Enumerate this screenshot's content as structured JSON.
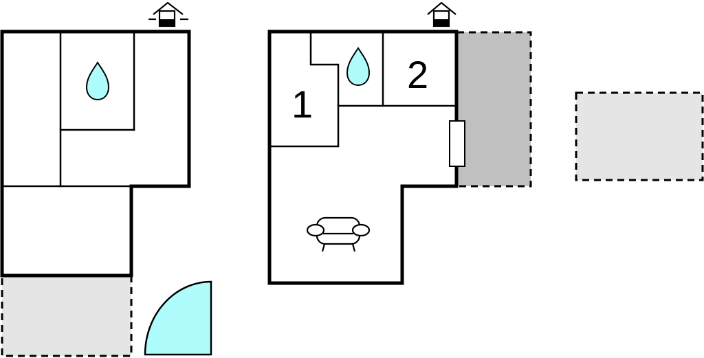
{
  "plan": {
    "type": "floor-plan",
    "background": "#ffffff",
    "colors": {
      "water": "#aefcfc",
      "terrace_light": "#e5e5e5",
      "terrace_dark": "#c0c0c0",
      "wall": "#000000"
    },
    "buildings": [
      {
        "id": "left-unit",
        "rooms": [
          "left-room",
          "bathroom",
          "hall",
          "bottom-room"
        ],
        "icons": [
          "entrance-icon",
          "water-drop-icon"
        ]
      },
      {
        "id": "right-unit",
        "rooms": [
          {
            "label": "1",
            "kind": "bedroom"
          },
          {
            "label": "2",
            "kind": "bedroom"
          },
          {
            "kind": "bathroom"
          },
          {
            "kind": "living-room"
          }
        ],
        "icons": [
          "entrance-icon",
          "water-drop-icon",
          "sofa-icon",
          "window-icon"
        ]
      }
    ],
    "rooms": {
      "bedroom_1_label": "1",
      "bedroom_2_label": "2"
    },
    "outdoor": [
      {
        "id": "terrace-left-bottom",
        "style": "dashed",
        "fill": "#e5e5e5"
      },
      {
        "id": "terrace-right-side",
        "style": "dashed",
        "fill": "#c0c0c0"
      },
      {
        "id": "terrace-detached",
        "style": "dashed",
        "fill": "#e5e5e5"
      }
    ],
    "features": [
      "pool-quarter-circle"
    ]
  }
}
